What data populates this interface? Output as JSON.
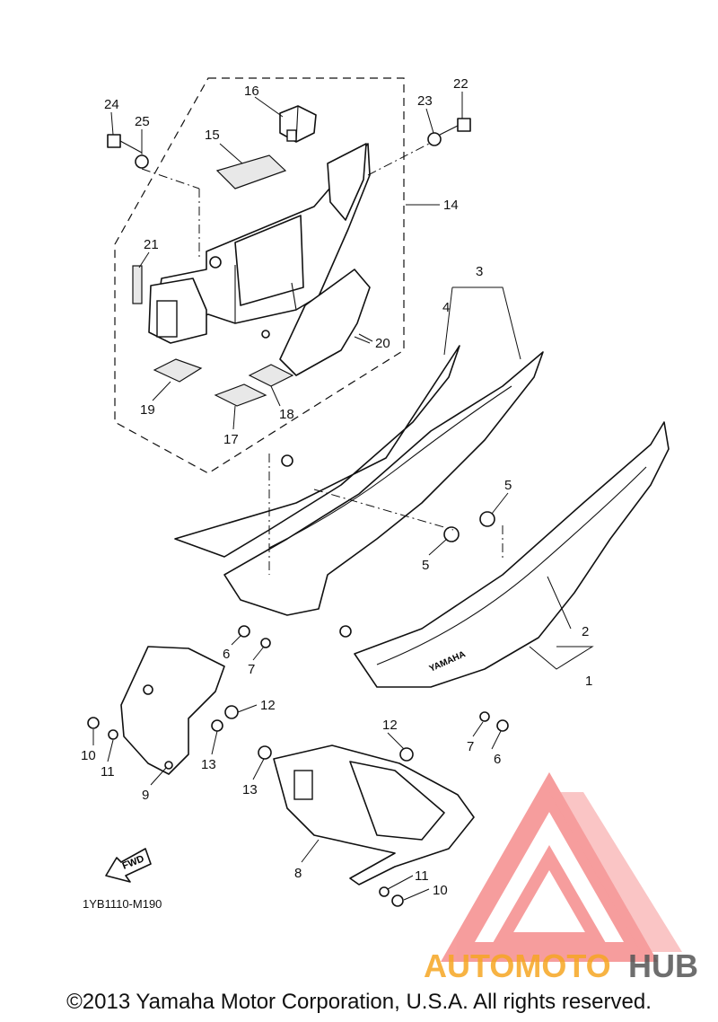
{
  "diagram": {
    "callouts": [
      {
        "id": "c1",
        "text": "1"
      },
      {
        "id": "c2",
        "text": "2"
      },
      {
        "id": "c3",
        "text": "3"
      },
      {
        "id": "c4",
        "text": "4"
      },
      {
        "id": "c5a",
        "text": "5"
      },
      {
        "id": "c5b",
        "text": "5"
      },
      {
        "id": "c6a",
        "text": "6"
      },
      {
        "id": "c6b",
        "text": "6"
      },
      {
        "id": "c7a",
        "text": "7"
      },
      {
        "id": "c7b",
        "text": "7"
      },
      {
        "id": "c8",
        "text": "8"
      },
      {
        "id": "c9",
        "text": "9"
      },
      {
        "id": "c10a",
        "text": "10"
      },
      {
        "id": "c10b",
        "text": "10"
      },
      {
        "id": "c11a",
        "text": "11"
      },
      {
        "id": "c11b",
        "text": "11"
      },
      {
        "id": "c12a",
        "text": "12"
      },
      {
        "id": "c12b",
        "text": "12"
      },
      {
        "id": "c13a",
        "text": "13"
      },
      {
        "id": "c13b",
        "text": "13"
      },
      {
        "id": "c14",
        "text": "14"
      },
      {
        "id": "c15",
        "text": "15"
      },
      {
        "id": "c16",
        "text": "16"
      },
      {
        "id": "c17",
        "text": "17"
      },
      {
        "id": "c18",
        "text": "18"
      },
      {
        "id": "c19",
        "text": "19"
      },
      {
        "id": "c20",
        "text": "20"
      },
      {
        "id": "c21",
        "text": "21"
      },
      {
        "id": "c22",
        "text": "22"
      },
      {
        "id": "c23",
        "text": "23"
      },
      {
        "id": "c24",
        "text": "24"
      },
      {
        "id": "c25",
        "text": "25"
      }
    ],
    "fwd_label": "FWD",
    "cover_brand": "YAMAHA",
    "drawing_code": "1YB1110-M190",
    "copyright": "©2013 Yamaha Motor Corporation, U.S.A. All rights reserved."
  },
  "watermark": {
    "part1": "AUTOMOTO",
    "part2": "HUB",
    "color_primary": "#f04e4e",
    "color_secondary": "#f6a623",
    "color_dark": "#555555"
  }
}
